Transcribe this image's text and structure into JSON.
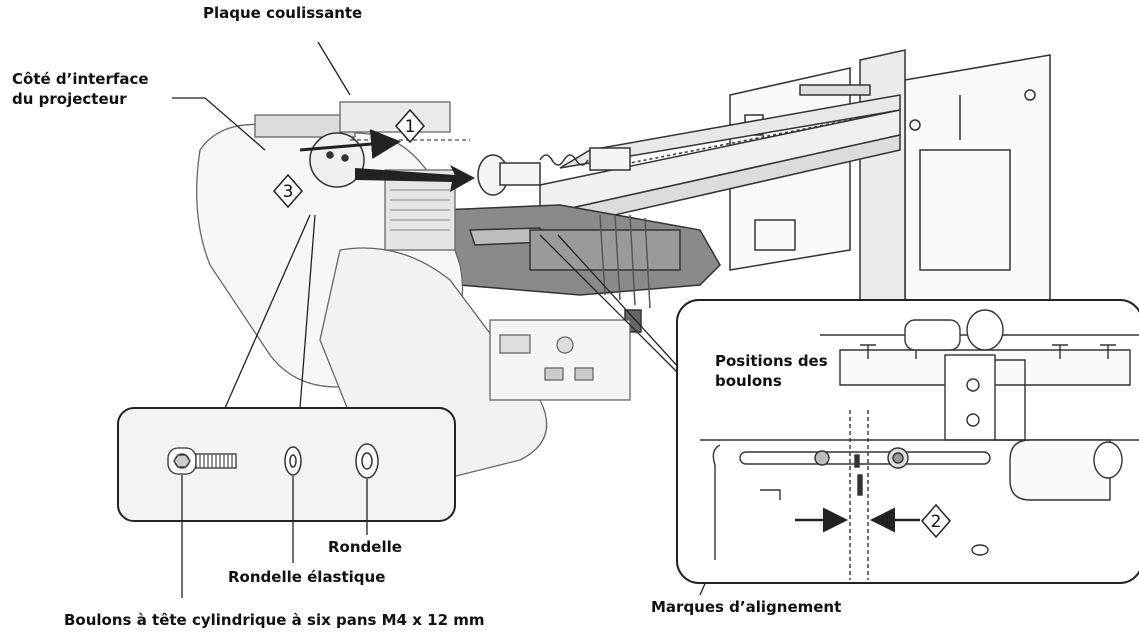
{
  "labels": {
    "sliding_plate": "Plaque coulissante",
    "interface_side_1": "Côté d’interface",
    "interface_side_2": "du projecteur",
    "bolt_positions_1": "Positions des",
    "bolt_positions_2": "boulons",
    "washer": "Rondelle",
    "spring_washer": "Rondelle élastique",
    "hex_bolts": "Boulons à tête cylindrique à six pans M4 x 12 mm",
    "alignment_marks": "Marques d’alignement"
  },
  "steps": [
    "1",
    "2",
    "3"
  ],
  "colors": {
    "line": "#222222",
    "bracket_gray": "#8a8a8a",
    "fill_light": "#f3f3f3"
  }
}
